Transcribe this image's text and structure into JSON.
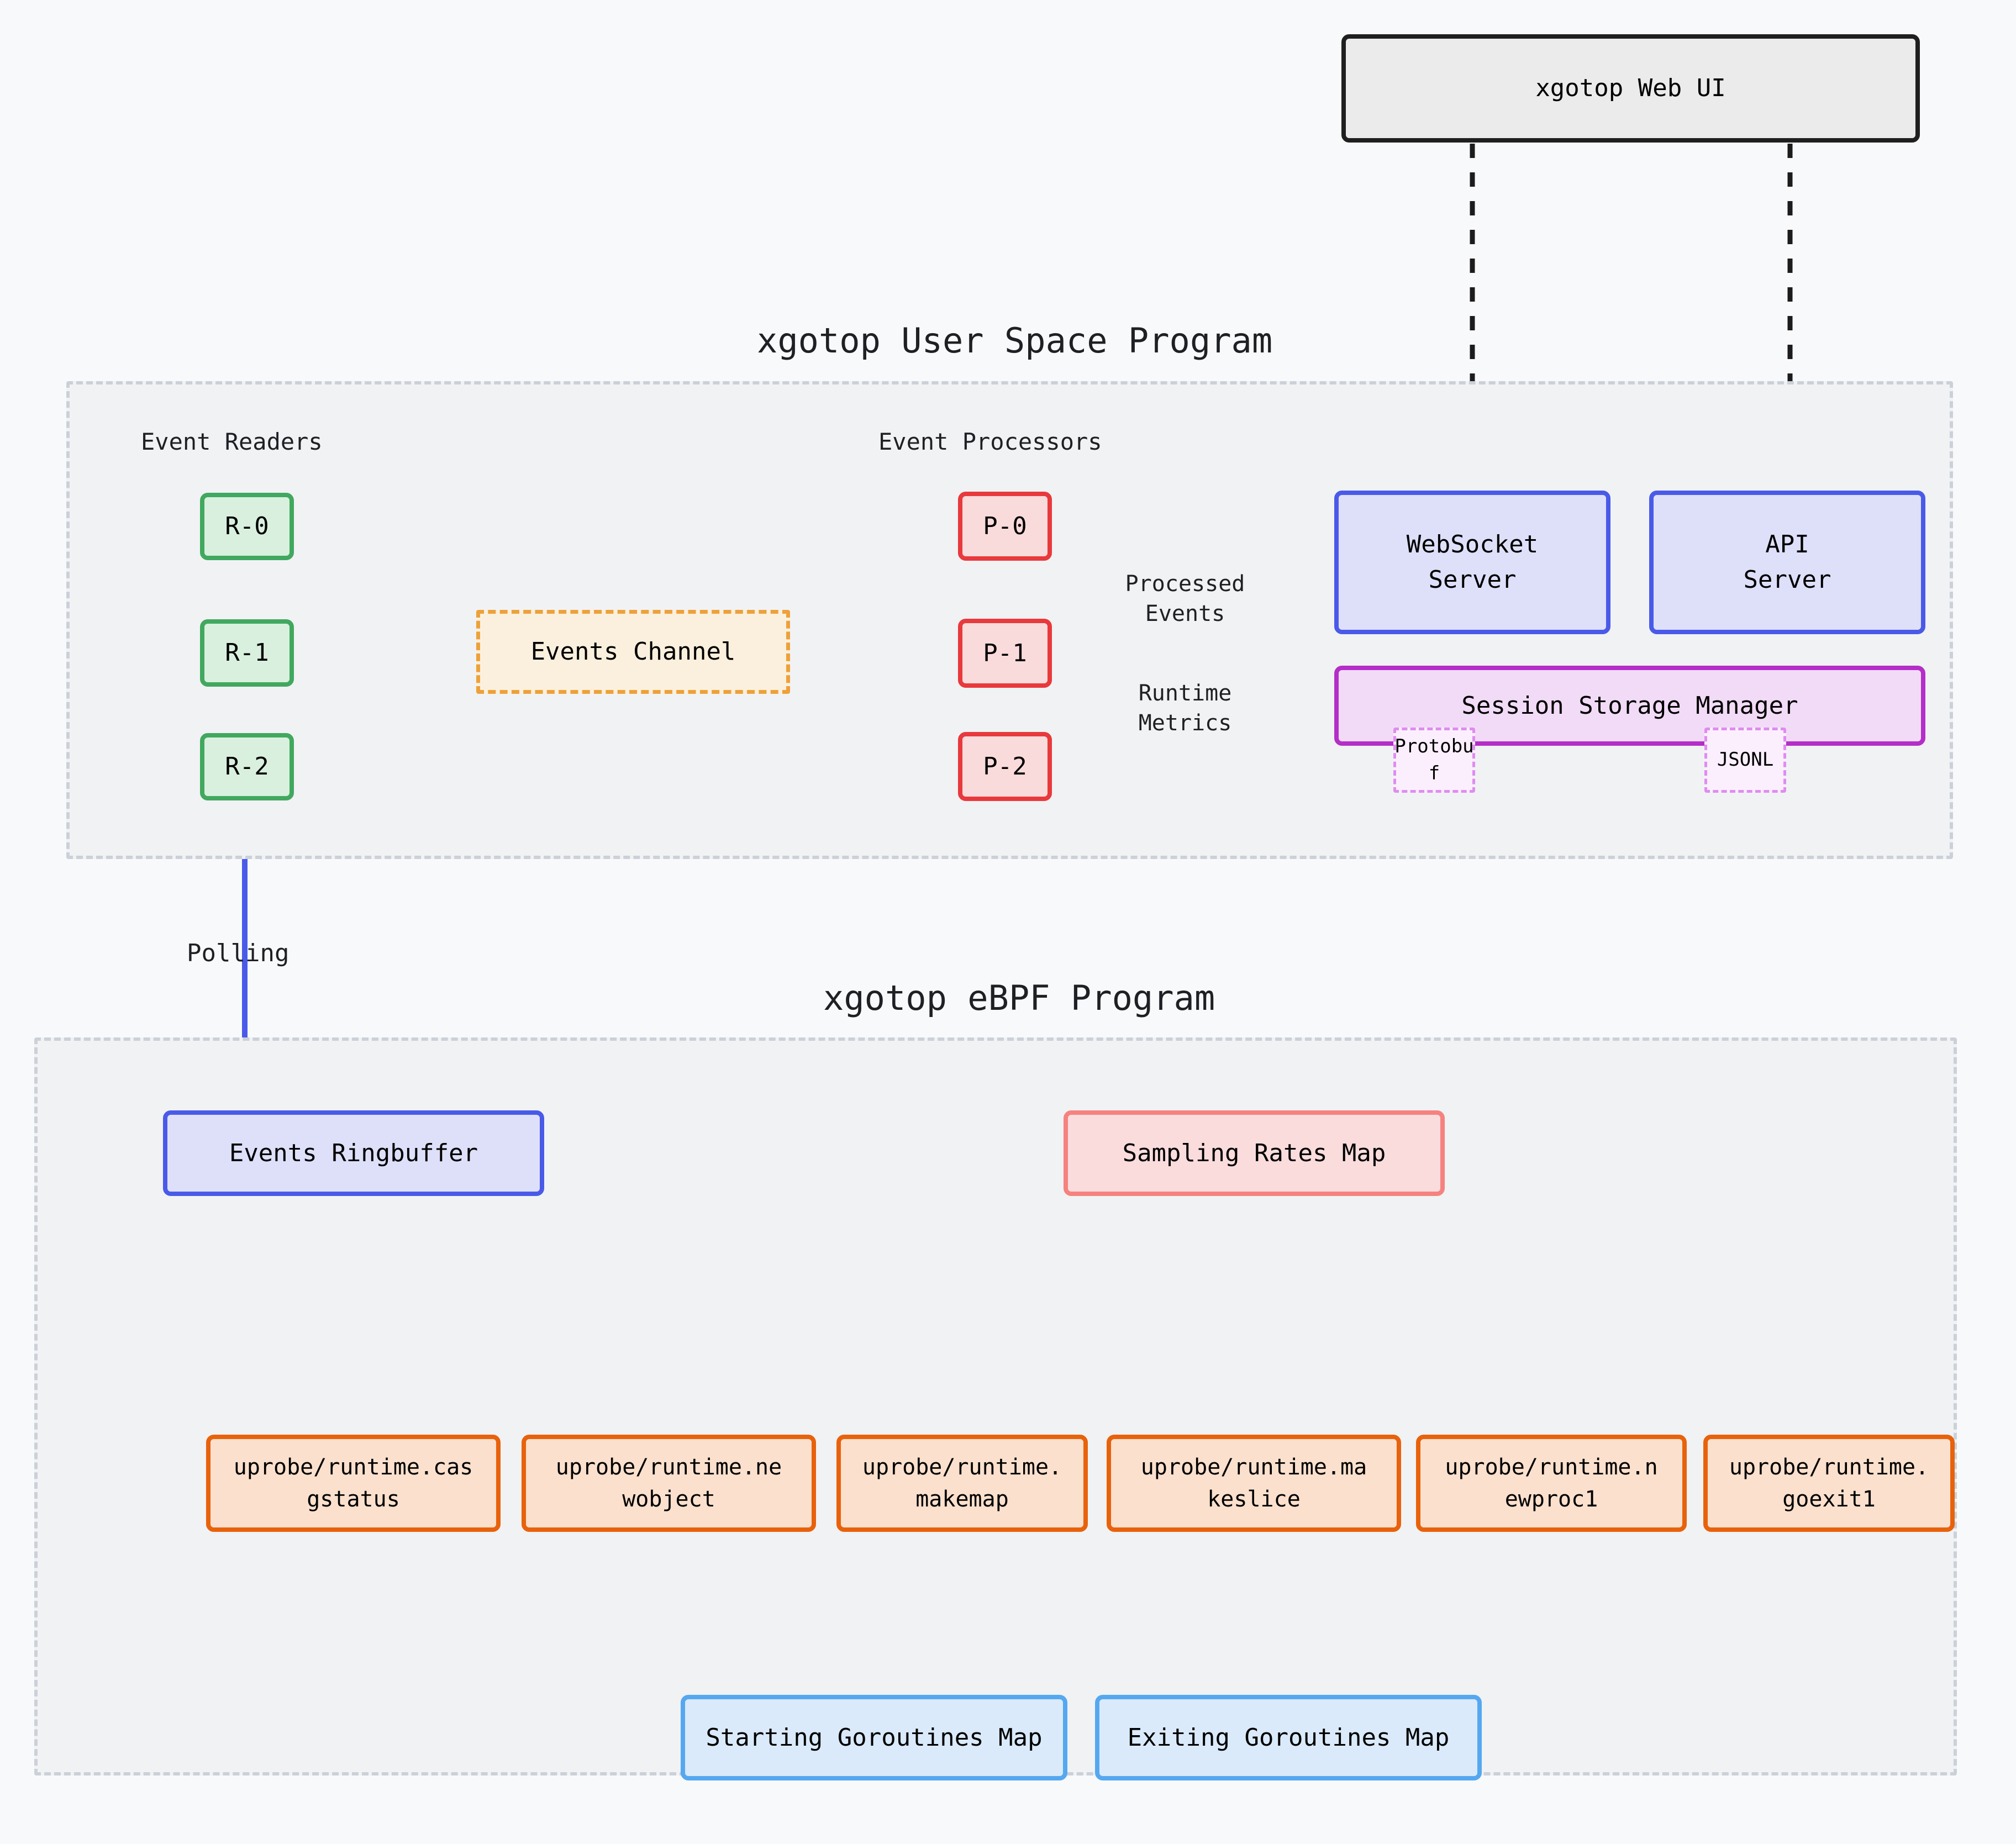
{
  "diagram": {
    "web_ui": {
      "label": "xgotop Web UI"
    },
    "section_titles": {
      "user_space": "xgotop User Space Program",
      "ebpf": "xgotop eBPF Program"
    },
    "user_space": {
      "group_labels": {
        "readers": "Event Readers",
        "processors": "Event Processors"
      },
      "readers": [
        {
          "label": "R-0"
        },
        {
          "label": "R-1"
        },
        {
          "label": "R-2"
        }
      ],
      "events_channel": {
        "label": "Events Channel"
      },
      "processors": [
        {
          "label": "P-0"
        },
        {
          "label": "P-1"
        },
        {
          "label": "P-2"
        }
      ],
      "edge_labels": {
        "processed_events": "Processed\nEvents",
        "runtime_metrics": "Runtime\nMetrics"
      },
      "websocket_server": {
        "label": "WebSocket\nServer"
      },
      "api_server": {
        "label": "API\nServer"
      },
      "session_storage": {
        "label": "Session Storage Manager",
        "formats": [
          {
            "label": "Protobu\nf"
          },
          {
            "label": "JSONL"
          }
        ]
      }
    },
    "polling_label": "Polling",
    "ebpf": {
      "events_ringbuffer": {
        "label": "Events Ringbuffer"
      },
      "sampling_rates_map": {
        "label": "Sampling Rates Map"
      },
      "uprobes": [
        {
          "label": "uprobe/runtime.cas\ngstatus"
        },
        {
          "label": "uprobe/runtime.ne\nwobject"
        },
        {
          "label": "uprobe/runtime.\nmakemap"
        },
        {
          "label": "uprobe/runtime.ma\nkeslice"
        },
        {
          "label": "uprobe/runtime.n\newproc1"
        },
        {
          "label": "uprobe/runtime.\ngoexit1"
        }
      ],
      "goroutine_maps": [
        {
          "label": "Starting Goroutines Map"
        },
        {
          "label": "Exiting Goroutines Map"
        }
      ]
    },
    "colors": {
      "background": "#f8f9fb",
      "cluster_fill": "#f1f2f4",
      "cluster_border": "#ccd0d8",
      "webui_border": "#1f1f1f",
      "green": "#41a85f",
      "orange_dashed": "#eda13a",
      "red": "#e8393c",
      "blue": "#4a5ae8",
      "purple": "#b42ec8",
      "salmon": "#f5827f",
      "uprobe_orange": "#e8620c",
      "light_blue": "#55a8f0",
      "edge_black": "#1c1c1c"
    }
  }
}
